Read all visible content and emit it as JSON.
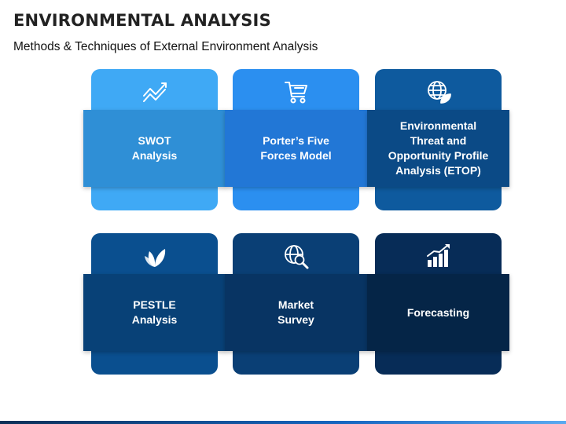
{
  "header": {
    "title": "ENVIRONMENTAL ANALYSIS",
    "subtitle": "Methods & Techniques of External Environment Analysis"
  },
  "cards": [
    {
      "label": "SWOT\nAnalysis",
      "icon": "trend-line-icon",
      "top_color": "#3fa9f5",
      "mid_color": "#2f8fd6"
    },
    {
      "label": "Porter’s Five\nForces Model",
      "icon": "shopping-cart-icon",
      "top_color": "#2b8ff0",
      "mid_color": "#2277d6"
    },
    {
      "label": "Environmental\nThreat and\nOpportunity Profile\nAnalysis (ETOP)",
      "icon": "globe-leaf-icon",
      "top_color": "#0e5a9e",
      "mid_color": "#0b4a86"
    },
    {
      "label": "PESTLE\nAnalysis",
      "icon": "leaf-icon",
      "top_color": "#0a4f8f",
      "mid_color": "#084177"
    },
    {
      "label": "Market\nSurvey",
      "icon": "globe-search-icon",
      "top_color": "#0a3f75",
      "mid_color": "#083463"
    },
    {
      "label": "Forecasting",
      "icon": "bar-chart-growth-icon",
      "top_color": "#072c57",
      "mid_color": "#052547"
    }
  ]
}
